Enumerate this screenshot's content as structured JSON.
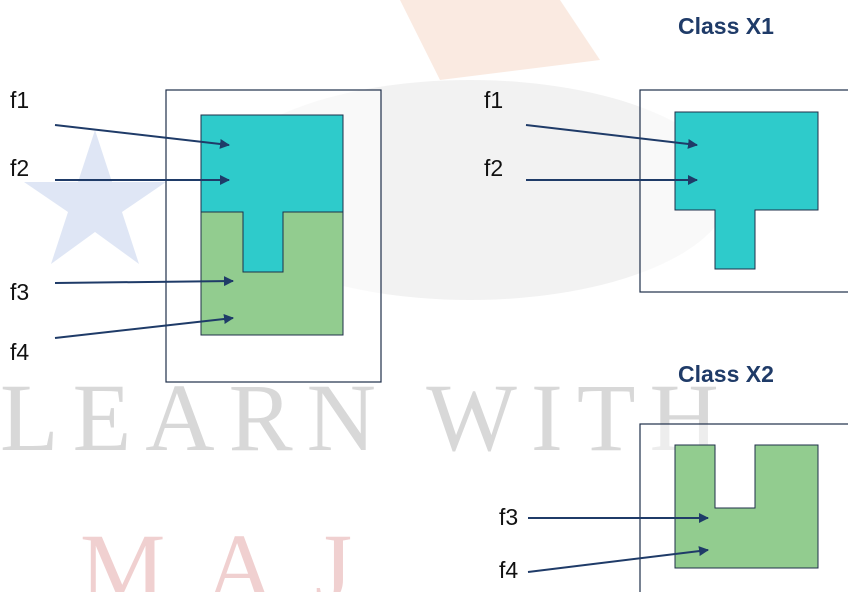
{
  "colors": {
    "teal": "#2ecbcb",
    "green": "#92cc8f",
    "arrow": "#1f3b68",
    "frame": "#1f2f4a",
    "title": "#1f3b68"
  },
  "watermark": {
    "line1": "LEARN WITH",
    "line2": "MAJ"
  },
  "left_panel": {
    "labels": [
      "f1",
      "f2",
      "f3",
      "f4"
    ]
  },
  "class_x1": {
    "title": "Class X1",
    "labels": [
      "f1",
      "f2"
    ]
  },
  "class_x2": {
    "title": "Class X2",
    "labels": [
      "f3",
      "f4"
    ]
  }
}
